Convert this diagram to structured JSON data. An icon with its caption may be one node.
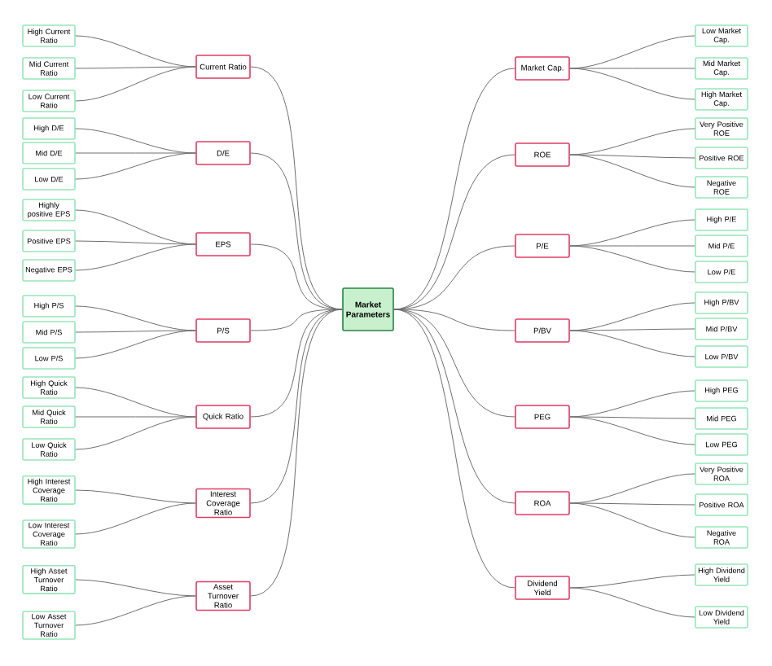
{
  "diagram": {
    "nodes": [
      {
        "text": [
          "Market Parameters"
        ]
      },
      {
        "text": [
          "Current Ratio"
        ]
      },
      {
        "text": [
          "High Current Ratio"
        ]
      },
      {
        "text": [
          "Mid Current Ratio"
        ]
      },
      {
        "text": [
          "Low Current Ratio"
        ]
      },
      {
        "text": [
          "D/E"
        ]
      },
      {
        "text": [
          "High D/E"
        ]
      },
      {
        "text": [
          "Mid D/E"
        ]
      },
      {
        "text": [
          "Low D/E"
        ]
      },
      {
        "text": [
          "EPS"
        ]
      },
      {
        "text": [
          "Highly positive EPS"
        ]
      },
      {
        "text": [
          "Positive EPS"
        ]
      },
      {
        "text": [
          "Negative EPS"
        ]
      },
      {
        "text": [
          "P/S"
        ]
      },
      {
        "text": [
          "High P/S"
        ]
      },
      {
        "text": [
          "Mid P/S"
        ]
      },
      {
        "text": [
          "Low P/S"
        ]
      },
      {
        "text": [
          "Quick Ratio"
        ]
      },
      {
        "text": [
          "High Quick Ratio"
        ]
      },
      {
        "text": [
          "Mid Quick Ratio"
        ]
      },
      {
        "text": [
          "Low Quick Ratio"
        ]
      },
      {
        "text": [
          "Interest Coverage Ratio"
        ]
      },
      {
        "text": [
          "High Interest Coverage Ratio"
        ]
      },
      {
        "text": [
          "Low Interest Coverage Ratio"
        ]
      },
      {
        "text": [
          "Asset Turnover Ratio"
        ]
      },
      {
        "text": [
          "High Asset Turnover Ratio"
        ]
      },
      {
        "text": [
          "Low Asset Turnover Ratio"
        ]
      },
      {
        "text": [
          "Market Cap."
        ]
      },
      {
        "text": [
          "Low Market Cap."
        ]
      },
      {
        "text": [
          "Mid Market Cap."
        ]
      },
      {
        "text": [
          "High Market Cap."
        ]
      },
      {
        "text": [
          "ROE"
        ]
      },
      {
        "text": [
          "Very Positive ROE"
        ]
      },
      {
        "text": [
          "Positive ROE"
        ]
      },
      {
        "text": [
          "Negative ROE"
        ]
      },
      {
        "text": [
          "P/E"
        ]
      },
      {
        "text": [
          "High P/E"
        ]
      },
      {
        "text": [
          "Mid P/E"
        ]
      },
      {
        "text": [
          "Low P/E"
        ]
      },
      {
        "text": [
          "P/BV"
        ]
      },
      {
        "text": [
          "High P/BV"
        ]
      },
      {
        "text": [
          "Mid P/BV"
        ]
      },
      {
        "text": [
          "Low P/BV"
        ]
      },
      {
        "text": [
          "PEG"
        ]
      },
      {
        "text": [
          "High PEG"
        ]
      },
      {
        "text": [
          "Mid PEG"
        ]
      },
      {
        "text": [
          "Low PEG"
        ]
      },
      {
        "text": [
          "ROA"
        ]
      },
      {
        "text": [
          "Very Positive ROA"
        ]
      },
      {
        "text": [
          "Positive ROA"
        ]
      },
      {
        "text": [
          "Negative ROA"
        ]
      },
      {
        "text": [
          "Dividend Yield"
        ]
      },
      {
        "text": [
          "High Dividend Yield"
        ]
      },
      {
        "text": [
          "Low Dividend Yield"
        ]
      }
    ],
    "edges": [
      {
        "from": 0,
        "to": 1,
        "arrow": "none"
      },
      {
        "from": 1,
        "to": 2,
        "arrow": "none"
      },
      {
        "from": 1,
        "to": 3,
        "arrow": "none"
      },
      {
        "from": 1,
        "to": 4,
        "arrow": "none"
      },
      {
        "from": 0,
        "to": 5,
        "arrow": "none"
      },
      {
        "from": 5,
        "to": 6,
        "arrow": "none"
      },
      {
        "from": 5,
        "to": 7,
        "arrow": "none"
      },
      {
        "from": 5,
        "to": 8,
        "arrow": "none"
      },
      {
        "from": 0,
        "to": 9,
        "arrow": "none"
      },
      {
        "from": 9,
        "to": 10,
        "arrow": "none"
      },
      {
        "from": 9,
        "to": 11,
        "arrow": "none"
      },
      {
        "from": 9,
        "to": 12,
        "arrow": "none"
      },
      {
        "from": 0,
        "to": 13,
        "arrow": "none"
      },
      {
        "from": 13,
        "to": 14,
        "arrow": "none"
      },
      {
        "from": 13,
        "to": 15,
        "arrow": "none"
      },
      {
        "from": 13,
        "to": 16,
        "arrow": "none"
      },
      {
        "from": 0,
        "to": 17,
        "arrow": "none"
      },
      {
        "from": 17,
        "to": 18,
        "arrow": "none"
      },
      {
        "from": 17,
        "to": 19,
        "arrow": "none"
      },
      {
        "from": 17,
        "to": 20,
        "arrow": "none"
      },
      {
        "from": 0,
        "to": 21,
        "arrow": "none"
      },
      {
        "from": 21,
        "to": 22,
        "arrow": "none"
      },
      {
        "from": 21,
        "to": 23,
        "arrow": "none"
      },
      {
        "from": 0,
        "to": 24,
        "arrow": "none"
      },
      {
        "from": 24,
        "to": 25,
        "arrow": "none"
      },
      {
        "from": 24,
        "to": 26,
        "arrow": "none"
      },
      {
        "from": 0,
        "to": 27,
        "arrow": "none"
      },
      {
        "from": 27,
        "to": 28,
        "arrow": "none"
      },
      {
        "from": 27,
        "to": 29,
        "arrow": "none"
      },
      {
        "from": 27,
        "to": 30,
        "arrow": "none"
      },
      {
        "from": 0,
        "to": 31,
        "arrow": "none"
      },
      {
        "from": 31,
        "to": 32,
        "arrow": "none"
      },
      {
        "from": 31,
        "to": 33,
        "arrow": "none"
      },
      {
        "from": 31,
        "to": 34,
        "arrow": "none"
      },
      {
        "from": 0,
        "to": 35,
        "arrow": "none"
      },
      {
        "from": 35,
        "to": 36,
        "arrow": "none"
      },
      {
        "from": 35,
        "to": 37,
        "arrow": "none"
      },
      {
        "from": 35,
        "to": 38,
        "arrow": "none"
      },
      {
        "from": 0,
        "to": 39,
        "arrow": "none"
      },
      {
        "from": 39,
        "to": 40,
        "arrow": "none"
      },
      {
        "from": 39,
        "to": 41,
        "arrow": "none"
      },
      {
        "from": 39,
        "to": 42,
        "arrow": "none"
      },
      {
        "from": 0,
        "to": 43,
        "arrow": "none"
      },
      {
        "from": 43,
        "to": 44,
        "arrow": "none"
      },
      {
        "from": 43,
        "to": 45,
        "arrow": "none"
      },
      {
        "from": 43,
        "to": 46,
        "arrow": "none"
      },
      {
        "from": 0,
        "to": 47,
        "arrow": "none"
      },
      {
        "from": 47,
        "to": 48,
        "arrow": "none"
      },
      {
        "from": 47,
        "to": 49,
        "arrow": "none"
      },
      {
        "from": 47,
        "to": 50,
        "arrow": "none"
      },
      {
        "from": 0,
        "to": 51,
        "arrow": "none"
      },
      {
        "from": 51,
        "to": 52,
        "arrow": "none"
      },
      {
        "from": 51,
        "to": 53,
        "arrow": "none"
      }
    ]
  }
}
